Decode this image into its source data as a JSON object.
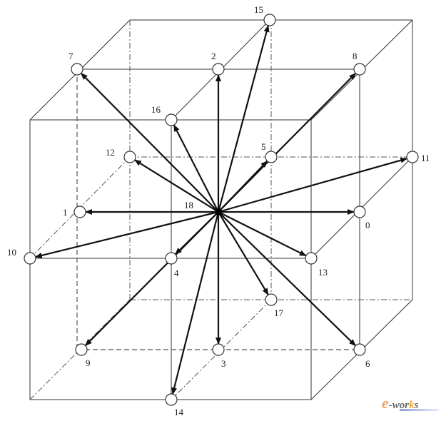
{
  "diagram": {
    "center_node": "18",
    "nodes": [
      "0",
      "1",
      "2",
      "3",
      "4",
      "5",
      "6",
      "7",
      "8",
      "9",
      "10",
      "11",
      "12",
      "13",
      "14",
      "15",
      "16",
      "17",
      "18"
    ],
    "line_color": "#333333",
    "arrow_color": "#111111"
  },
  "watermark": {
    "text_e": "e",
    "text_rest": "-wor",
    "text_k": "k",
    "text_s": "s"
  }
}
